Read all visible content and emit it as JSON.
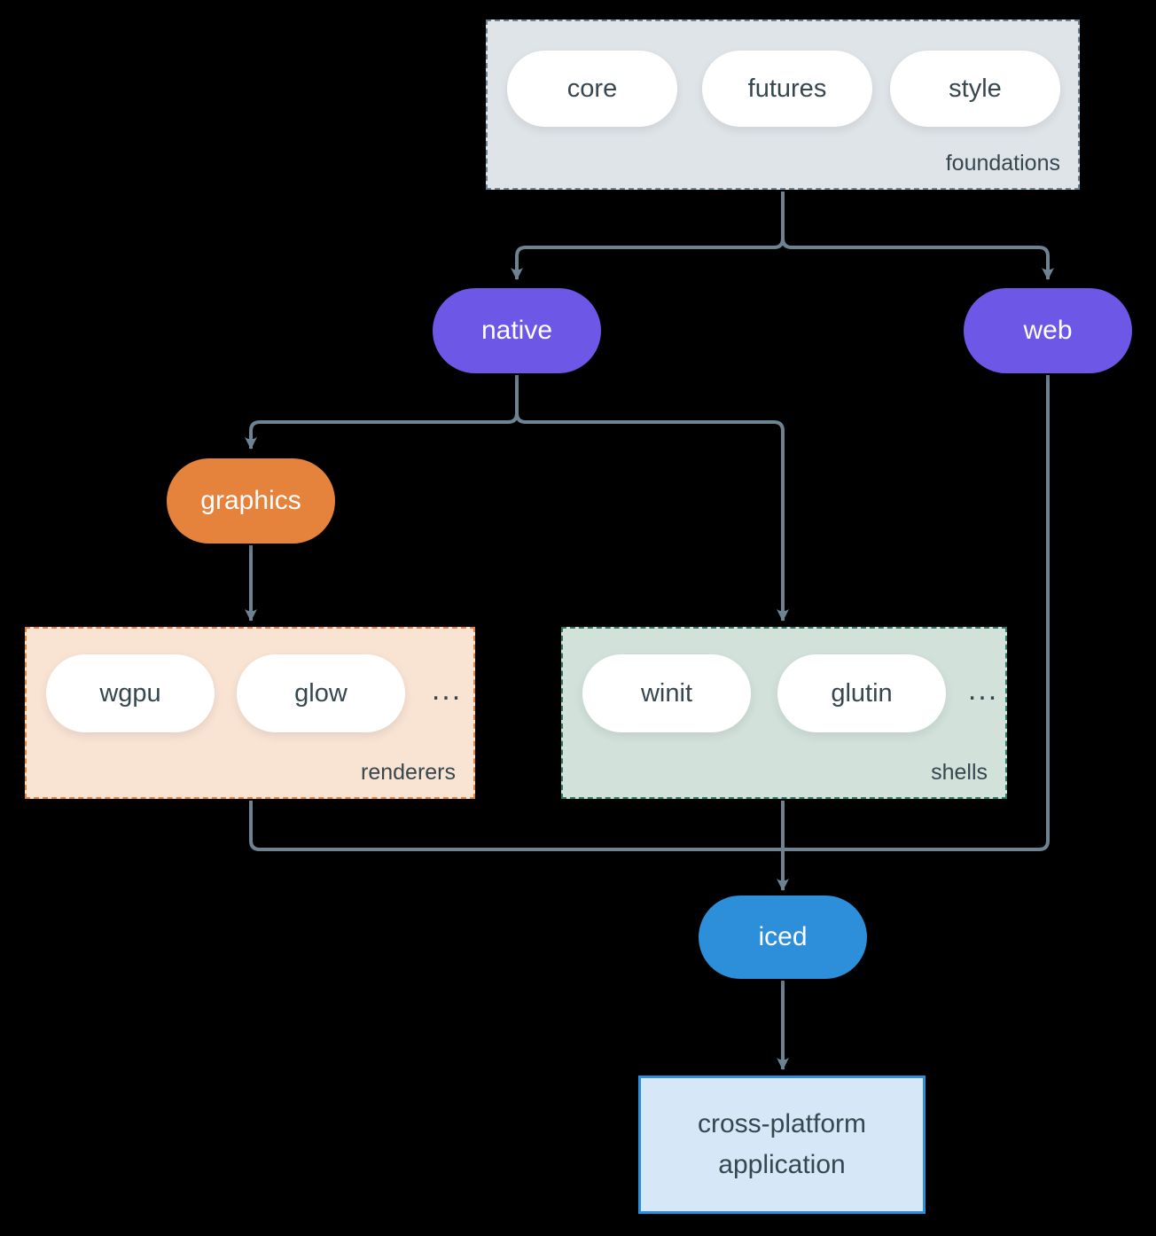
{
  "diagram": {
    "foundations": {
      "label": "foundations",
      "pills": [
        "core",
        "futures",
        "style"
      ]
    },
    "native": {
      "label": "native"
    },
    "web": {
      "label": "web"
    },
    "graphics": {
      "label": "graphics"
    },
    "renderers": {
      "label": "renderers",
      "pills": [
        "wgpu",
        "glow"
      ],
      "ellipsis": "..."
    },
    "shells": {
      "label": "shells",
      "pills": [
        "winit",
        "glutin"
      ],
      "ellipsis": "..."
    },
    "iced": {
      "label": "iced"
    },
    "application": {
      "label": "cross-platform application"
    }
  },
  "colors": {
    "background": "#000000",
    "connector": "#6d8391",
    "purple_node": "#6c57e6",
    "orange_node": "#e5823b",
    "blue_node": "#2d8ed9",
    "foundations_bg": "#dfe4e8",
    "foundations_border": "#6e8291",
    "renderers_bg": "#f9e3d3",
    "renderers_border": "#e5823b",
    "shells_bg": "#d2e1da",
    "shells_border": "#2c7a68",
    "application_bg": "#d6e7f8",
    "application_border": "#2d8ed9",
    "dark_text": "#36474f"
  }
}
